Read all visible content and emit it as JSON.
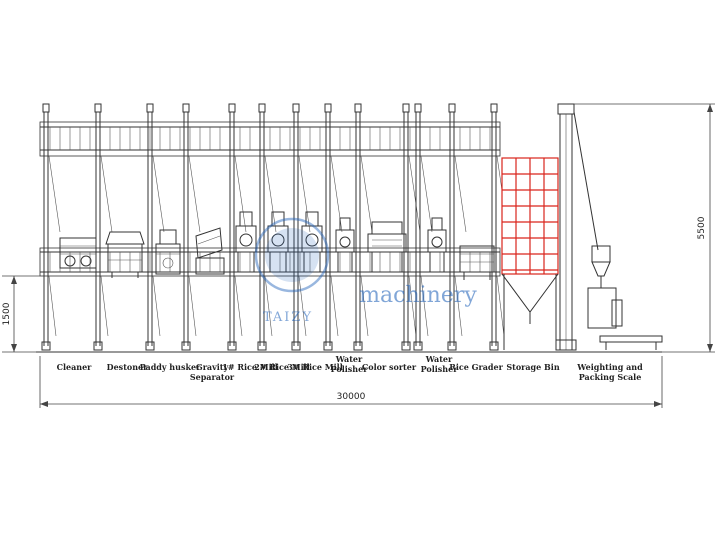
{
  "machines": [
    {
      "id": "cleaner",
      "lines": [
        "Cleaner"
      ]
    },
    {
      "id": "destoner",
      "lines": [
        "Destoner"
      ]
    },
    {
      "id": "paddy-husker",
      "lines": [
        "Paddy husker"
      ]
    },
    {
      "id": "gravity-separator",
      "lines": [
        "Gravity",
        "Separator"
      ]
    },
    {
      "id": "rice-mill-1",
      "lines": [
        "1# Rice Mill"
      ]
    },
    {
      "id": "rice-mill-2",
      "lines": [
        "2# Rice Mill"
      ]
    },
    {
      "id": "rice-mill-3",
      "lines": [
        "3# Rice Mill"
      ]
    },
    {
      "id": "water-polisher-1",
      "lines": [
        "Water",
        "Polisher"
      ]
    },
    {
      "id": "color-sorter",
      "lines": [
        "Color sorter"
      ]
    },
    {
      "id": "water-polisher-2",
      "lines": [
        "Water",
        "Polisher"
      ]
    },
    {
      "id": "rice-grader",
      "lines": [
        "Rice Grader"
      ]
    },
    {
      "id": "storage-bin",
      "lines": [
        "Storage Bin"
      ]
    },
    {
      "id": "weighing-packing-scale",
      "lines": [
        "Weighting and",
        "Packing Scale"
      ]
    }
  ],
  "dimensions": {
    "total_length": "30000",
    "total_height": "5500",
    "platform_height": "1500"
  },
  "watermark": {
    "brand": "TAIZY",
    "tagline": "machinery"
  },
  "colors": {
    "line": "#333333",
    "storage_bin": "#d9241c",
    "watermark": "#1c5fb8"
  }
}
